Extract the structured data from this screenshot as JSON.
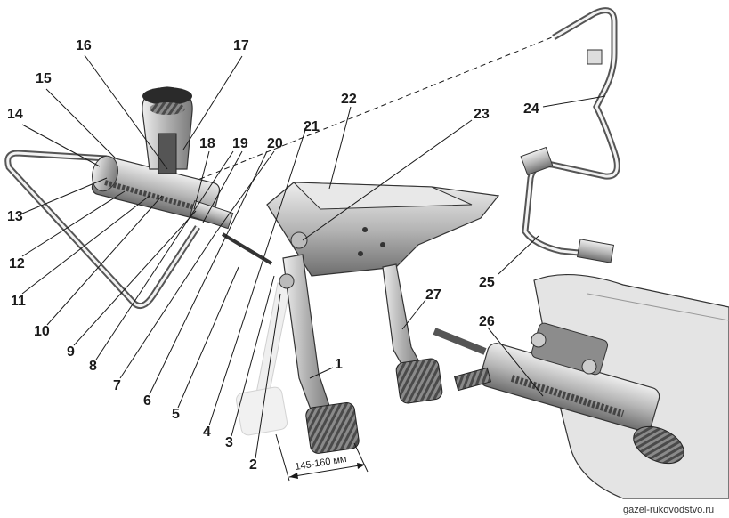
{
  "callouts": [
    {
      "id": "1",
      "text": "1"
    },
    {
      "id": "2",
      "text": "2"
    },
    {
      "id": "3",
      "text": "3"
    },
    {
      "id": "4",
      "text": "4"
    },
    {
      "id": "5",
      "text": "5"
    },
    {
      "id": "6",
      "text": "6"
    },
    {
      "id": "7",
      "text": "7"
    },
    {
      "id": "8",
      "text": "8"
    },
    {
      "id": "9",
      "text": "9"
    },
    {
      "id": "10",
      "text": "10"
    },
    {
      "id": "11",
      "text": "11"
    },
    {
      "id": "12",
      "text": "12"
    },
    {
      "id": "13",
      "text": "13"
    },
    {
      "id": "14",
      "text": "14"
    },
    {
      "id": "15",
      "text": "15"
    },
    {
      "id": "16",
      "text": "16"
    },
    {
      "id": "17",
      "text": "17"
    },
    {
      "id": "18",
      "text": "18"
    },
    {
      "id": "19",
      "text": "19"
    },
    {
      "id": "20",
      "text": "20"
    },
    {
      "id": "21",
      "text": "21"
    },
    {
      "id": "22",
      "text": "22"
    },
    {
      "id": "23",
      "text": "23"
    },
    {
      "id": "24",
      "text": "24"
    },
    {
      "id": "25",
      "text": "25"
    },
    {
      "id": "26",
      "text": "26"
    },
    {
      "id": "27",
      "text": "27"
    }
  ],
  "dimension_label": "145-160 мм",
  "watermark": "gazel-rukovodstvo.ru",
  "colors": {
    "line": "#1a1a1a",
    "metal_light": "#d9d9d9",
    "metal_mid": "#a8a8a8",
    "metal_dark": "#6e6e6e",
    "ghost": "#e6e6e6"
  }
}
